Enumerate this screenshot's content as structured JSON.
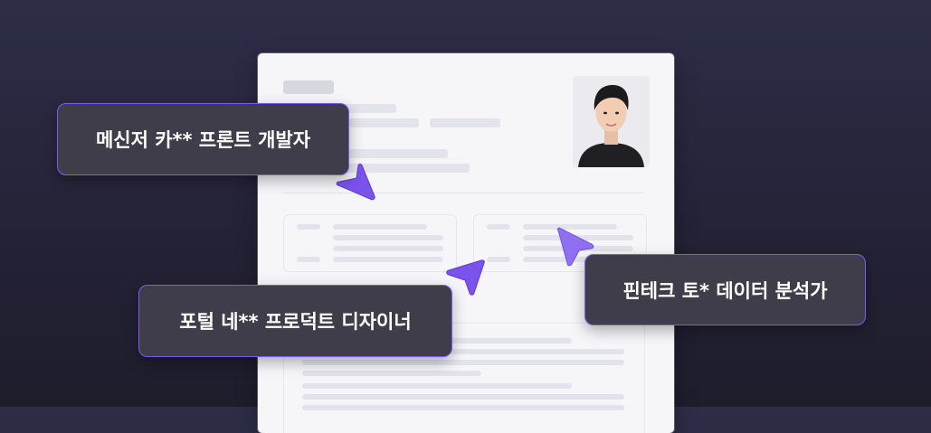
{
  "tags": [
    {
      "text": "메신저 카** 프론트 개발자"
    },
    {
      "text": "포털 네** 프로덕트 디자이너"
    },
    {
      "text": "핀테크 토* 데이터 분석가"
    }
  ],
  "icons": {
    "cursor": "cursor-arrow-icon",
    "photo": "profile-photo"
  },
  "colors": {
    "accent": "#7d5cf0",
    "tag_bg": "#3e3d49",
    "background": "#252438",
    "document": "#f6f6f9"
  }
}
